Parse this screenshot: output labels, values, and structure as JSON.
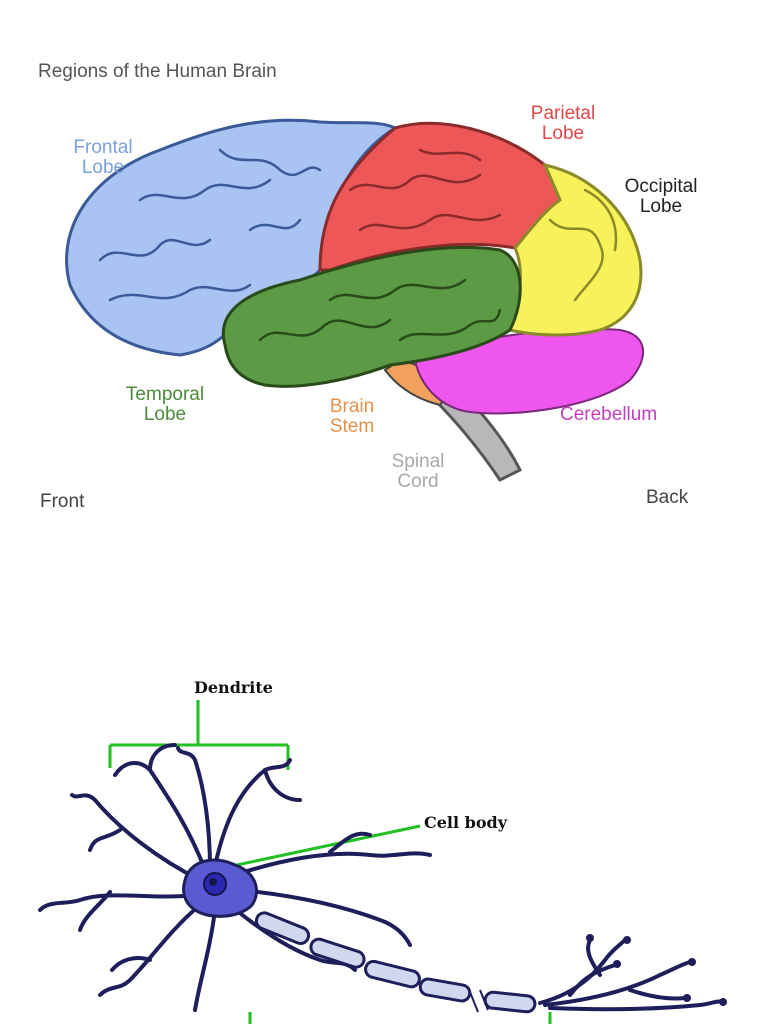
{
  "brain_diagram": {
    "title": "Regions of the Human Brain",
    "front_label": "Front",
    "back_label": "Back",
    "regions": {
      "frontal": {
        "line1": "Frontal",
        "line2": "Lobe",
        "color": "#a9c4f2"
      },
      "parietal": {
        "line1": "Parietal",
        "line2": "Lobe",
        "color": "#ee5757"
      },
      "occipital": {
        "line1": "Occipital",
        "line2": "Lobe",
        "color": "#f7f25a"
      },
      "temporal": {
        "line1": "Temporal",
        "line2": "Lobe",
        "color": "#5c9a46"
      },
      "brain_stem": {
        "line1": "Brain",
        "line2": "Stem",
        "color": "#f1a15c"
      },
      "spinal_cord": {
        "line1": "Spinal",
        "line2": "Cord",
        "color": "#b8b8b8"
      },
      "cerebellum": {
        "label": "Cerebellum",
        "color": "#ee56ee"
      }
    },
    "label_colors": {
      "title": "#555555",
      "frontal": "#7aa0dc",
      "parietal": "#e04848",
      "occipital": "#222222",
      "temporal": "#4a8a3a",
      "brain_stem": "#e8904a",
      "spinal_cord": "#a8a8a8",
      "cerebellum": "#c040c0",
      "front_back": "#444444"
    }
  },
  "neuron_diagram": {
    "labels": {
      "dendrite": "Dendrite",
      "cell_body": "Cell body"
    },
    "colors": {
      "outline": "#1e1e5a",
      "cell_fill": "#5a5ad2",
      "nucleus": "#2a2ab0",
      "axon_fill": "#d0d8f0",
      "pointer": "#22c022"
    }
  }
}
